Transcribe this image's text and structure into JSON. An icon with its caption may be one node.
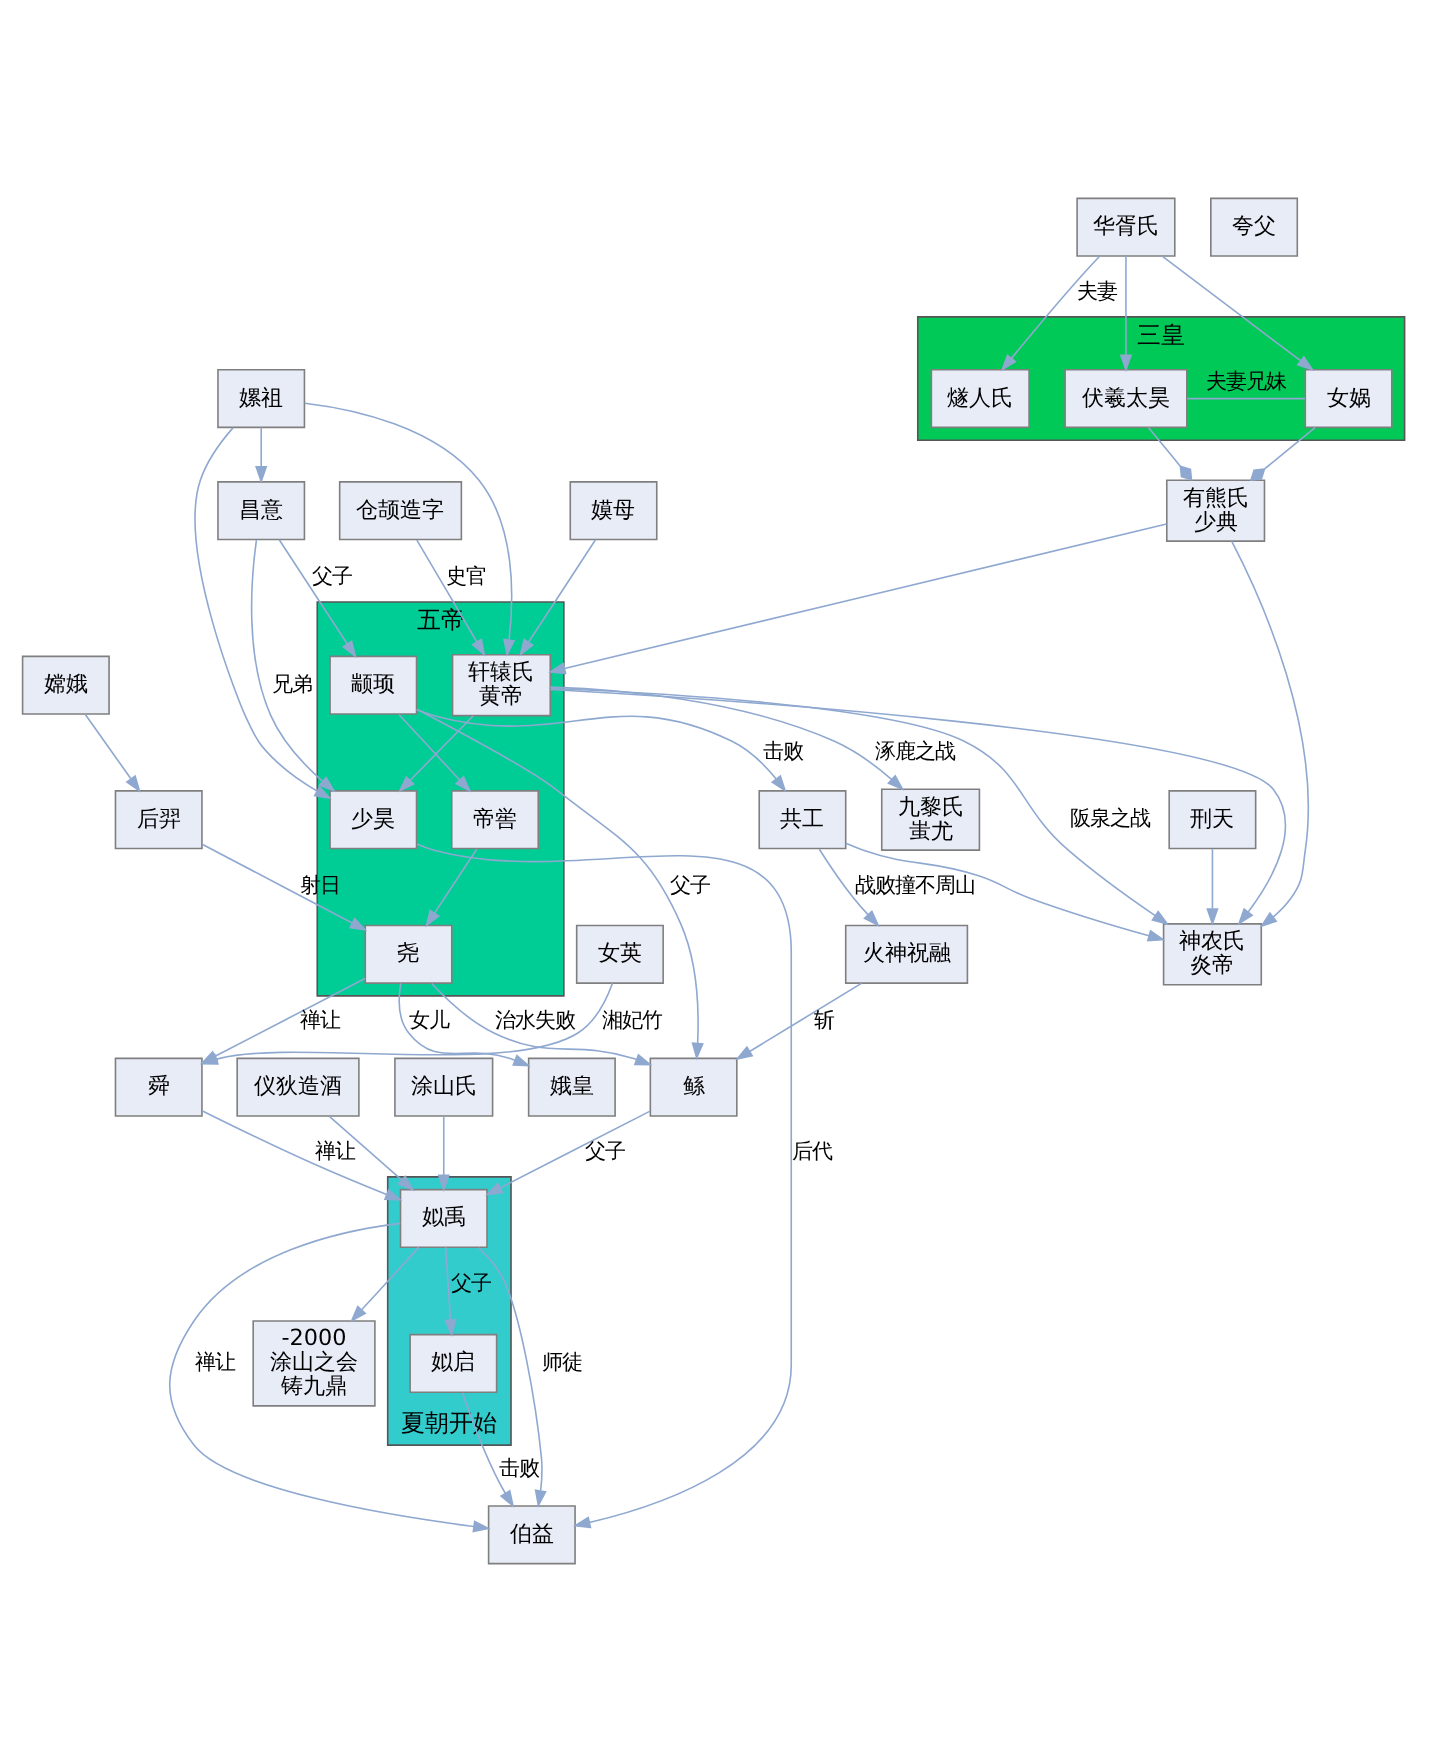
{
  "diagram": {
    "nodes": [
      {
        "text": [
          "三皇"
        ]
      },
      {
        "text": [
          "燧人氏"
        ],
        "in": 0
      },
      {
        "text": [
          "华胥氏"
        ]
      },
      {
        "text": [
          "伏羲太昊"
        ],
        "in": 0
      },
      {
        "text": [
          "女娲"
        ],
        "in": 0
      },
      {
        "text": [
          "有熊氏",
          "少典"
        ]
      },
      {
        "text": [
          "仓颉造字"
        ]
      },
      {
        "text": [
          "五帝"
        ]
      },
      {
        "text": [
          "嫫母"
        ]
      },
      {
        "text": [
          "嫘祖"
        ]
      },
      {
        "text": [
          "轩辕氏",
          "黄帝"
        ],
        "in": 7
      },
      {
        "text": [
          "神农氏",
          "炎帝"
        ]
      },
      {
        "text": [
          "九黎氏",
          "蚩尤"
        ]
      },
      {
        "text": [
          "夸父"
        ]
      },
      {
        "text": [
          "刑天"
        ]
      },
      {
        "text": [
          "昌意"
        ]
      },
      {
        "text": [
          "少昊"
        ],
        "in": 7
      },
      {
        "text": [
          "颛顼"
        ],
        "in": 7
      },
      {
        "text": [
          "共工"
        ]
      },
      {
        "text": [
          "帝喾"
        ],
        "in": 7
      },
      {
        "text": [
          "火神祝融"
        ]
      },
      {
        "text": [
          "嫦娥"
        ]
      },
      {
        "text": [
          "后羿"
        ]
      },
      {
        "text": [
          "尧"
        ],
        "in": 7
      },
      {
        "text": [
          "鲧"
        ]
      },
      {
        "text": [
          "娥皇"
        ]
      },
      {
        "text": [
          "女英"
        ]
      },
      {
        "text": [
          "舜"
        ]
      },
      {
        "text": [
          "伯益"
        ]
      },
      {
        "text": [
          "夏朝开始"
        ]
      },
      {
        "text": [
          "涂山氏"
        ]
      },
      {
        "text": [
          "仪狄造酒"
        ]
      },
      {
        "text": [
          "姒禹"
        ],
        "in": 29
      },
      {
        "text": [
          "-2000",
          "涂山之会",
          "铸九鼎"
        ]
      },
      {
        "text": [
          "姒启"
        ],
        "in": 29
      }
    ],
    "edges": [
      {
        "from": 2,
        "to": 1,
        "arrow": "to",
        "label": "夫妻"
      },
      {
        "from": 2,
        "to": 3,
        "arrow": "to"
      },
      {
        "from": 2,
        "to": 4,
        "arrow": "to"
      },
      {
        "from": 3,
        "to": 4,
        "arrow": "none",
        "label": "夫妻兄妹"
      },
      {
        "from": 3,
        "to": 5,
        "arrow": "other"
      },
      {
        "from": 4,
        "to": 5,
        "arrow": "other"
      },
      {
        "from": 5,
        "to": 10,
        "arrow": "to"
      },
      {
        "from": 5,
        "to": 11,
        "arrow": "to"
      },
      {
        "from": 6,
        "to": 10,
        "arrow": "to",
        "label": "史官"
      },
      {
        "from": 8,
        "to": 10,
        "arrow": "to"
      },
      {
        "from": 9,
        "to": 10,
        "arrow": "to"
      },
      {
        "from": 10,
        "to": 11,
        "arrow": "to"
      },
      {
        "from": 10,
        "to": 12,
        "arrow": "to",
        "label": "涿鹿之战"
      },
      {
        "from": 10,
        "to": 11,
        "arrow": "to",
        "label": "阪泉之战"
      },
      {
        "from": 10,
        "to": 16,
        "arrow": "to"
      },
      {
        "from": 9,
        "to": 16,
        "arrow": "to"
      },
      {
        "from": 9,
        "to": 15,
        "arrow": "to"
      },
      {
        "from": 15,
        "to": 16,
        "arrow": "to",
        "label": "兄弟"
      },
      {
        "from": 15,
        "to": 17,
        "arrow": "to",
        "label": "父子"
      },
      {
        "from": 14,
        "to": 11,
        "arrow": "to"
      },
      {
        "from": 18,
        "to": 11,
        "arrow": "to"
      },
      {
        "from": 16,
        "to": 28,
        "arrow": "to",
        "label": "后代"
      },
      {
        "from": 17,
        "to": 18,
        "arrow": "to",
        "label": "击败"
      },
      {
        "from": 17,
        "to": 24,
        "arrow": "to",
        "label": "父子"
      },
      {
        "from": 17,
        "to": 19,
        "arrow": "to"
      },
      {
        "from": 19,
        "to": 23,
        "arrow": "to"
      },
      {
        "from": 21,
        "to": 22,
        "arrow": "to"
      },
      {
        "from": 22,
        "to": 23,
        "arrow": "to",
        "label": "射日"
      },
      {
        "from": 23,
        "to": 24,
        "arrow": "to",
        "label": "治水失败"
      },
      {
        "from": 23,
        "to": 25,
        "arrow": "to",
        "label": "女儿"
      },
      {
        "from": 23,
        "to": 27,
        "arrow": "to",
        "label": "禅让"
      },
      {
        "from": 26,
        "to": 27,
        "arrow": "to",
        "label": "湘妃竹"
      },
      {
        "from": 18,
        "to": 20,
        "arrow": "to",
        "label": "战败撞不周山"
      },
      {
        "from": 20,
        "to": 24,
        "arrow": "to",
        "label": "斩"
      },
      {
        "from": 27,
        "to": 32,
        "arrow": "to",
        "label": "禅让"
      },
      {
        "from": 24,
        "to": 32,
        "arrow": "to",
        "label": "父子"
      },
      {
        "from": 32,
        "to": 28,
        "arrow": "to",
        "label": "师徒"
      },
      {
        "from": 32,
        "to": 28,
        "arrow": "to",
        "label": "禅让"
      },
      {
        "from": 34,
        "to": 28,
        "arrow": "to",
        "label": "击败"
      },
      {
        "from": 32,
        "to": 34,
        "arrow": "to",
        "label": "父子"
      },
      {
        "from": 30,
        "to": 32,
        "arrow": "to"
      },
      {
        "from": 31,
        "to": 32,
        "arrow": "to"
      },
      {
        "from": 32,
        "to": 33,
        "arrow": "to"
      }
    ]
  }
}
